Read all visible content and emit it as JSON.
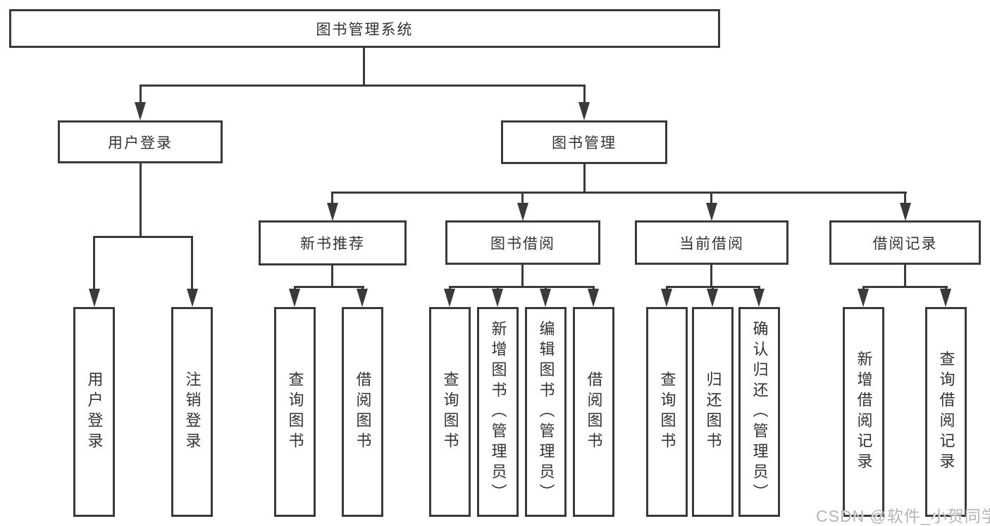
{
  "colors": {
    "line": "#3a3a3a",
    "box_border": "#3a3a3a",
    "text": "#333333",
    "watermark": "#b5b5b5",
    "background": "#ffffff"
  },
  "tree": {
    "root": {
      "label": "图书管理系统"
    },
    "branches": [
      {
        "label": "用户登录",
        "children": [
          {
            "label": "用户登录"
          },
          {
            "label": "注销登录"
          }
        ]
      },
      {
        "label": "图书管理",
        "children": [
          {
            "label": "新书推荐",
            "children": [
              {
                "label": "查询图书"
              },
              {
                "label": "借阅图书"
              }
            ]
          },
          {
            "label": "图书借阅",
            "children": [
              {
                "label": "查询图书"
              },
              {
                "label": "新增图书（管理员）"
              },
              {
                "label": "编辑图书（管理员）"
              },
              {
                "label": "借阅图书"
              }
            ]
          },
          {
            "label": "当前借阅",
            "children": [
              {
                "label": "查询图书"
              },
              {
                "label": "归还图书"
              },
              {
                "label": "确认归还（管理员）"
              }
            ]
          },
          {
            "label": "借阅记录",
            "children": [
              {
                "label": "新增借阅记录"
              },
              {
                "label": "查询借阅记录"
              }
            ]
          }
        ]
      }
    ]
  },
  "watermark": {
    "text": "CSDN @软件_小贺同学"
  }
}
